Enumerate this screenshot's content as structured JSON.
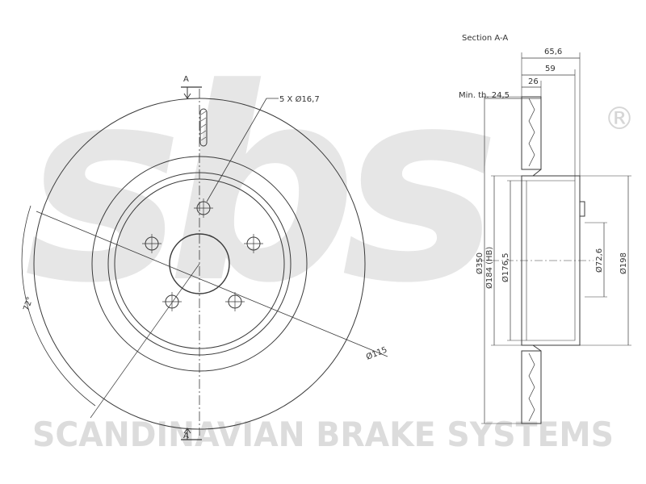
{
  "colors": {
    "line": "#3a3a3a",
    "watermark": "#e6e6e6",
    "watermark_text": "#dcdcdc",
    "background": "#ffffff"
  },
  "watermark": {
    "logo_text": "sbs",
    "registered_mark": "®",
    "tagline": "SCANDINAVIAN BRAKE SYSTEMS"
  },
  "front_view": {
    "section_marker_top": "A",
    "section_marker_bottom": "A",
    "bolt_holes_label": "5 X Ø16,7",
    "pcd_label": "Ø115",
    "angle_label": "72°"
  },
  "section_view": {
    "title": "Section A-A",
    "min_thickness_label": "Min. th. 24,5",
    "width_overall": "65,6",
    "width_hat": "59",
    "thickness": "26",
    "dia_outer": "Ø350",
    "dia_hb": "Ø184 (HB)",
    "dia_inner": "Ø176,5",
    "dia_center": "Ø72,6",
    "dia_hat": "Ø198"
  }
}
